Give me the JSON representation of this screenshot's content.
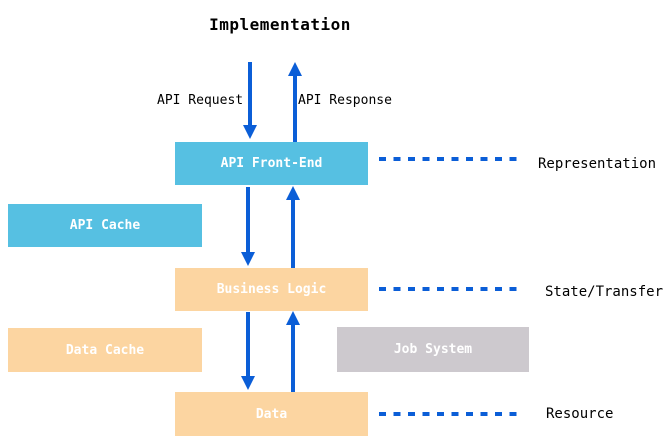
{
  "diagram": {
    "title": "Implementation",
    "flow_labels": {
      "request": "API Request",
      "response": "API Response"
    },
    "boxes": [
      {
        "id": "api-front-end",
        "label": "API Front-End",
        "color": "#56C0E2"
      },
      {
        "id": "api-cache",
        "label": "API Cache",
        "color": "#56C0E2"
      },
      {
        "id": "business-logic",
        "label": "Business Logic",
        "color": "#FCD5A1"
      },
      {
        "id": "data-cache",
        "label": "Data Cache",
        "color": "#FCD5A1"
      },
      {
        "id": "job-system",
        "label": "Job System",
        "color": "#CDC9CE"
      },
      {
        "id": "data",
        "label": "Data",
        "color": "#FCD5A1"
      }
    ],
    "rest_layers": [
      {
        "label": "Representation"
      },
      {
        "label": "State/Transfer"
      },
      {
        "label": "Resource"
      }
    ],
    "colors": {
      "arrow_blue": "#0B5ED7",
      "cache_cyan": "#56C0E2",
      "logic_orange": "#FCD5A1",
      "job_gray": "#CDC9CE",
      "box_text": "#FFFFFF",
      "background": "#FFFFFF"
    }
  }
}
